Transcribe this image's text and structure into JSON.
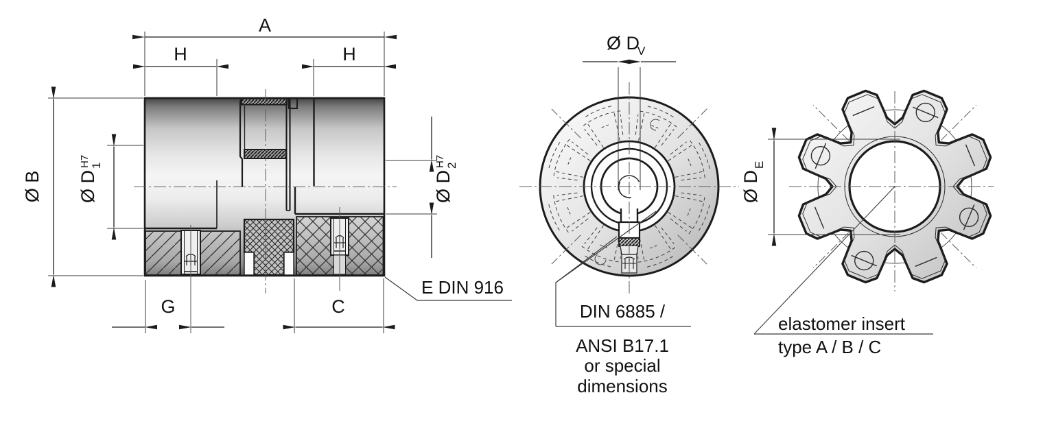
{
  "drawing": {
    "side_view": {
      "dim_total_length": "A",
      "dim_hub_length_left": "H",
      "dim_hub_length_right": "H",
      "dim_outer_diameter": "Ø B",
      "dim_bore1": {
        "base": "Ø D",
        "sub": "1",
        "sup": "H7"
      },
      "dim_bore2": {
        "base": "Ø D",
        "sub": "2",
        "sup": "H7"
      },
      "dim_screw_position": "G",
      "dim_hub_width": "C",
      "note_set_screw": "E DIN 916"
    },
    "front_view": {
      "dim_pilot_bore": {
        "base": "Ø D",
        "sub": "V"
      },
      "note_keyway": [
        "DIN 6885 /",
        "ANSI B17.1",
        "or special",
        "dimensions"
      ]
    },
    "insert_view": {
      "dim_insert_diameter": {
        "base": "Ø D",
        "sub": "E"
      },
      "note_insert": [
        "elastomer insert",
        "type A / B / C"
      ]
    },
    "colors": {
      "line": "#1c1c1c",
      "dim_line": "#2a2a2a",
      "center_line": "#5a5a5a",
      "metal_light": "#f4f4f4",
      "metal_dark": "#4a4a4a"
    }
  }
}
